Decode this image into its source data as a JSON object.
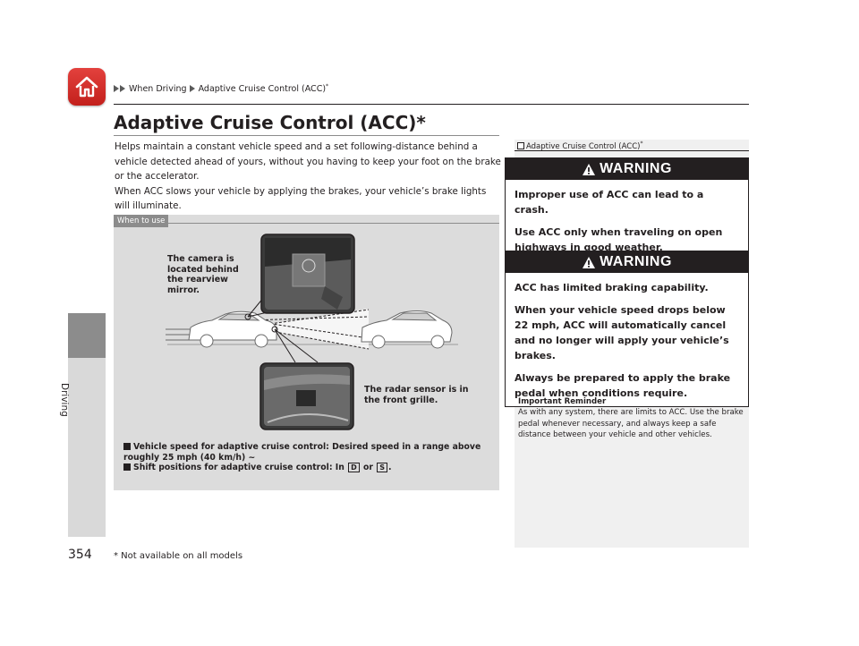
{
  "header": {
    "home_icon": "home-icon",
    "breadcrumb": [
      "When Driving",
      "Adaptive Cruise Control (ACC)"
    ],
    "breadcrumb_asterisk": "*"
  },
  "sidebar": {
    "label": "Driving"
  },
  "main": {
    "title": "Adaptive Cruise Control (ACC)",
    "title_asterisk": "*",
    "intro": "Helps maintain a constant vehicle speed and a set following-distance behind a vehicle detected ahead of yours, without you having to keep your foot on the brake or the accelerator.",
    "intro2": "When ACC slows your vehicle by applying the brakes, your vehicle’s brake lights will illuminate.",
    "figure": {
      "tag": "When to use",
      "callout_camera": "The camera is located behind the rearview mirror.",
      "callout_radar": "The radar sensor is in the front grille.",
      "bullet1": "Vehicle speed for adaptive cruise control: Desired speed in a range above roughly 25 mph (40 km/h) ~",
      "bullet2_prefix": "Shift positions for adaptive cruise control: In",
      "key_d": "D",
      "bullet2_or": "or",
      "key_s": "S",
      "bullet2_end": "."
    }
  },
  "notes": {
    "heading": "Adaptive Cruise Control (ACC)",
    "heading_asterisk": "*",
    "warning1": {
      "label": "WARNING",
      "lines": [
        "Improper use of ACC can lead to a crash.",
        "Use ACC only when traveling on open highways in good weather."
      ]
    },
    "warning2": {
      "label": "WARNING",
      "lines": [
        "ACC has limited braking capability.",
        "When your vehicle speed drops below 22 mph, ACC will automatically cancel and no longer will apply your vehicle’s brakes.",
        "Always be prepared to apply the brake pedal when conditions require."
      ]
    },
    "reminder_heading": "Important Reminder",
    "reminder_text": "As with any system, there are limits to ACC. Use the brake pedal whenever necessary, and always keep a safe distance between your vehicle and other vehicles."
  },
  "footer": {
    "page_number": "354",
    "footnote": "* Not available on all models"
  }
}
